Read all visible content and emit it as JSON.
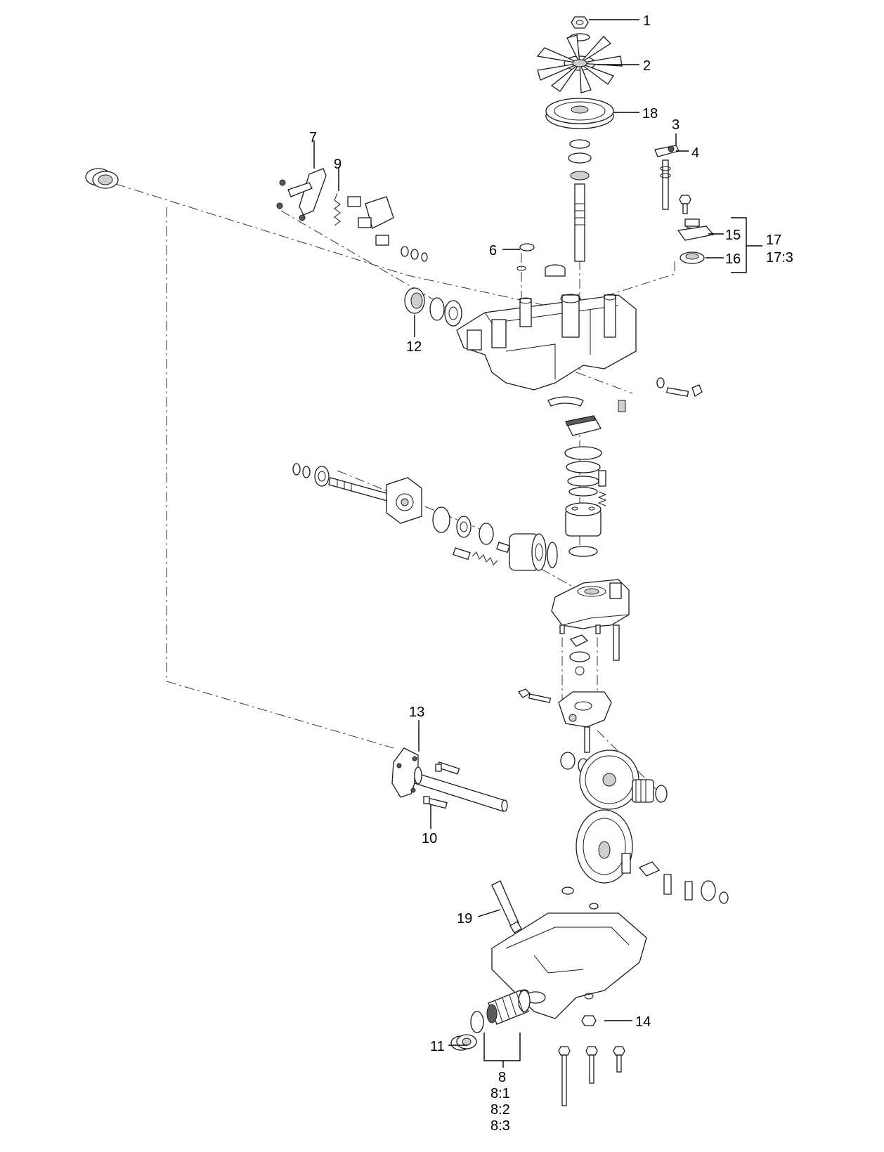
{
  "callouts": {
    "c1": "1",
    "c2": "2",
    "c3": "3",
    "c4": "4",
    "c6": "6",
    "c7": "7",
    "c9": "9",
    "c10": "10",
    "c11": "11",
    "c12": "12",
    "c13": "13",
    "c14": "14",
    "c15": "15",
    "c16": "16",
    "c17": "17",
    "c17_3": "17:3",
    "c18": "18",
    "c19": "19",
    "c8": "8",
    "c8_1": "8:1",
    "c8_2": "8:2",
    "c8_3": "8:3"
  },
  "colors": {
    "line": "#1a1a1a",
    "background": "#ffffff"
  }
}
